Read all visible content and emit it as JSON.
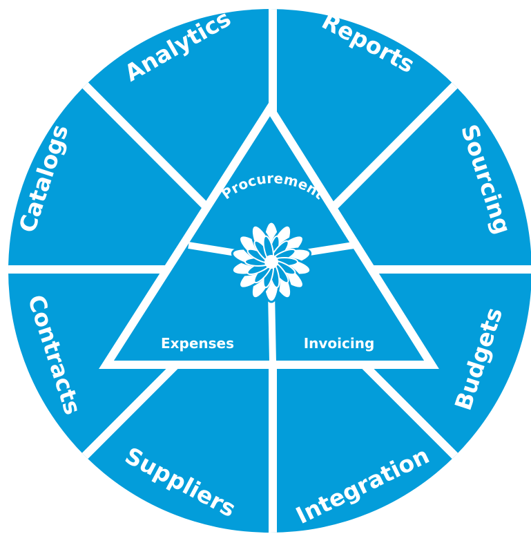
{
  "colors": {
    "fill": "#039DDA",
    "gap": "#ffffff",
    "text": "#ffffff"
  },
  "outer_segments": [
    {
      "label": "Analytics"
    },
    {
      "label": "Reports"
    },
    {
      "label": "Sourcing"
    },
    {
      "label": "Budgets"
    },
    {
      "label": "Integration"
    },
    {
      "label": "Suppliers"
    },
    {
      "label": "Contracts"
    },
    {
      "label": "Catalogs"
    }
  ],
  "inner_segments": {
    "top": "Procurement",
    "left": "Expenses",
    "right": "Invoicing"
  },
  "center_icon": "flower-icon"
}
